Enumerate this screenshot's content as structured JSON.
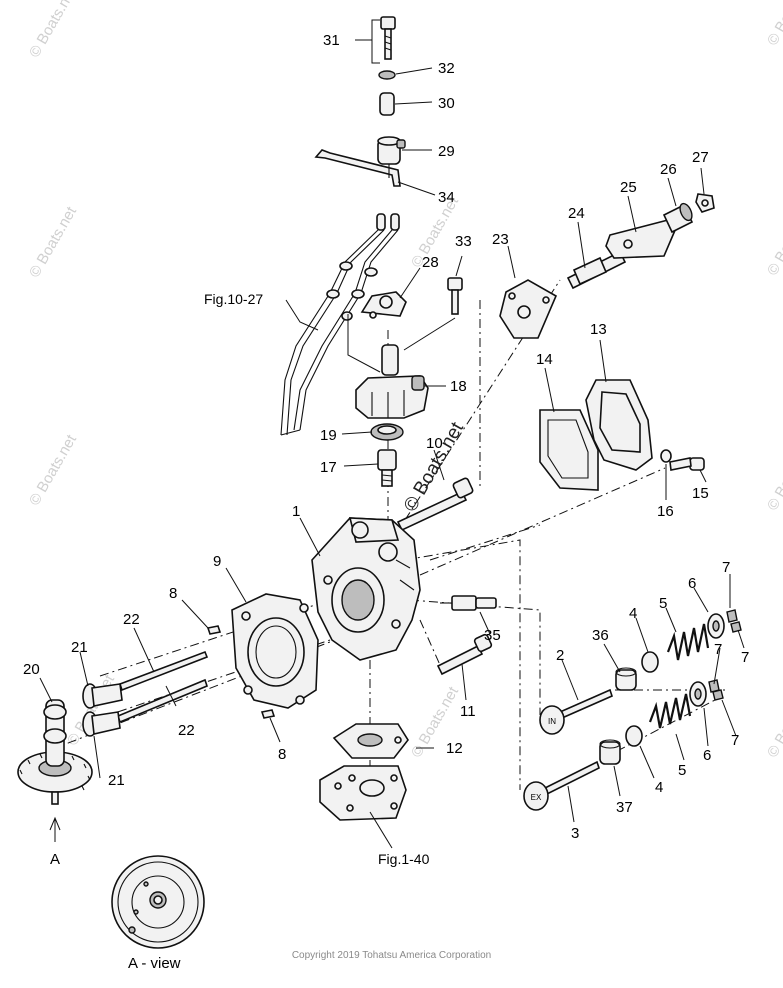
{
  "callouts": {
    "c1": "1",
    "c2": "2",
    "c3": "3",
    "c4a": "4",
    "c4b": "4",
    "c5a": "5",
    "c5b": "5",
    "c6a": "6",
    "c6b": "6",
    "c7a": "7",
    "c7b": "7",
    "c7c": "7",
    "c7d": "7",
    "c8a": "8",
    "c8b": "8",
    "c9": "9",
    "c10": "10",
    "c11": "11",
    "c12": "12",
    "c13": "13",
    "c14": "14",
    "c15": "15",
    "c16": "16",
    "c17": "17",
    "c18": "18",
    "c19": "19",
    "c20": "20",
    "c21a": "21",
    "c21b": "21",
    "c22a": "22",
    "c22b": "22",
    "c23": "23",
    "c24": "24",
    "c25": "25",
    "c26": "26",
    "c27": "27",
    "c28": "28",
    "c29": "29",
    "c30": "30",
    "c31": "31",
    "c32": "32",
    "c33": "33",
    "c34": "34",
    "c35": "35",
    "c36": "36",
    "c37": "37"
  },
  "references": {
    "fig_10_27": "Fig.10-27",
    "fig_1_40": "Fig.1-40",
    "view_marker": "A",
    "view_caption": "A - view",
    "valve_in": "IN",
    "valve_ex": "EX"
  },
  "watermarks": {
    "site": "© Boats.net",
    "center": "© Boats.net"
  },
  "footer": {
    "copyright": "Copyright 2019 Tohatsu America Corporation"
  }
}
